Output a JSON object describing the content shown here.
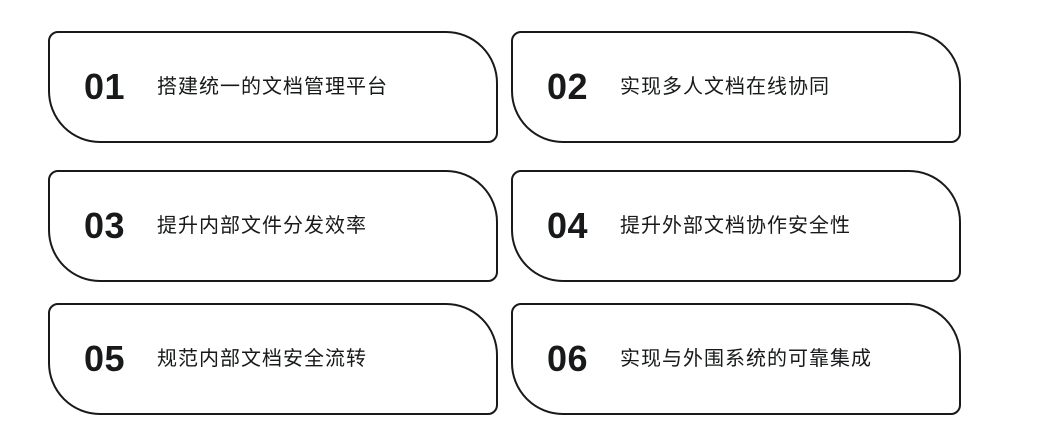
{
  "theme": {
    "background": "#ffffff",
    "border_color": "#17191a",
    "text_color": "#17191a"
  },
  "cards": [
    {
      "number": "01",
      "label": "搭建统一的文档管理平台"
    },
    {
      "number": "02",
      "label": "实现多人文档在线协同"
    },
    {
      "number": "03",
      "label": "提升内部文件分发效率"
    },
    {
      "number": "04",
      "label": "提升外部文档协作安全性"
    },
    {
      "number": "05",
      "label": "规范内部文档安全流转"
    },
    {
      "number": "06",
      "label": "实现与外围系统的可靠集成"
    }
  ]
}
